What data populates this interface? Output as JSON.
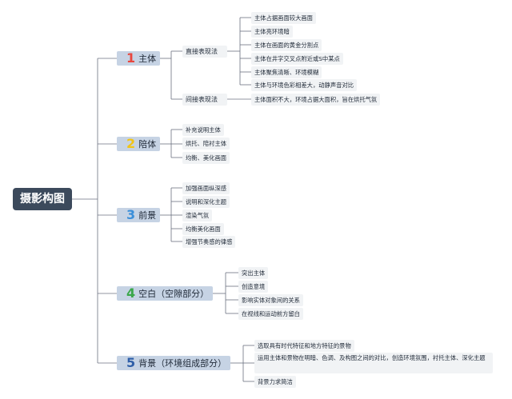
{
  "root": "摄影构图",
  "branches": [
    {
      "num": "1",
      "num_color": "#e8473e",
      "label": "主体",
      "subs": [
        {
          "label": "直接表现法",
          "leaves": [
            "主体占据画面较大画面",
            "主体亮环境暗",
            "主体在画面的黄金分割点",
            "主体在井字交叉点附近或S中某点",
            "主体聚焦清晰、环境模糊",
            "主体与环境色彩相差大，动静声音对比"
          ]
        },
        {
          "label": "间接表现法",
          "leaves": [
            "主体面积不大，环境占据大面积，旨在烘托气氛"
          ]
        }
      ]
    },
    {
      "num": "2",
      "num_color": "#f0c419",
      "label": "陪体",
      "leaves": [
        "补充说明主体",
        "烘托、陪衬主体",
        "均衡、美化画面"
      ]
    },
    {
      "num": "3",
      "num_color": "#3b8fd9",
      "label": "前景",
      "leaves": [
        "加强画面纵深感",
        "说明和深化主题",
        "渲染气氛",
        "均衡美化画面",
        "增强节奏感的律感"
      ]
    },
    {
      "num": "4",
      "num_color": "#3aa74a",
      "label": "空白（空隙部分）",
      "leaves": [
        "突出主体",
        "创造意境",
        "影响实体对象间的关系",
        "在视线和运动前方留白"
      ]
    },
    {
      "num": "5",
      "num_color": "#2f5fa8",
      "label": "背景（环境组成部分）",
      "leaves": [
        "选取具有时代特征和地方特征的景物",
        "运用主体和景物在明暗、色调、及构图之间的对比，创造环境氛围，衬托主体、深化主题",
        "背景力求简洁"
      ]
    }
  ]
}
